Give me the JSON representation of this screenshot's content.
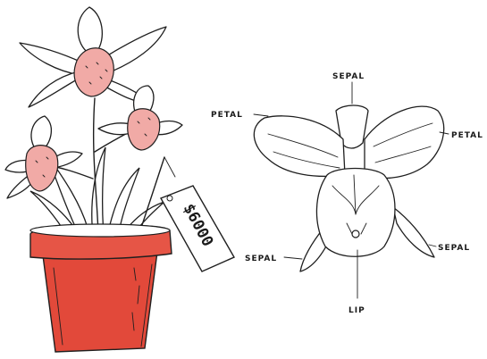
{
  "colors": {
    "pot": "#e2493a",
    "pot_rim": "#e65546",
    "blossom": "#f1aaa6",
    "ink": "#1f1f1f",
    "background": "#ffffff"
  },
  "tag": {
    "price": "$6000"
  },
  "labels": {
    "sepal_top": "SEPAL",
    "petal_left": "PETAL",
    "petal_right": "PETAL",
    "sepal_left": "SEPAL",
    "sepal_right": "SEPAL",
    "lip": "LIP"
  }
}
